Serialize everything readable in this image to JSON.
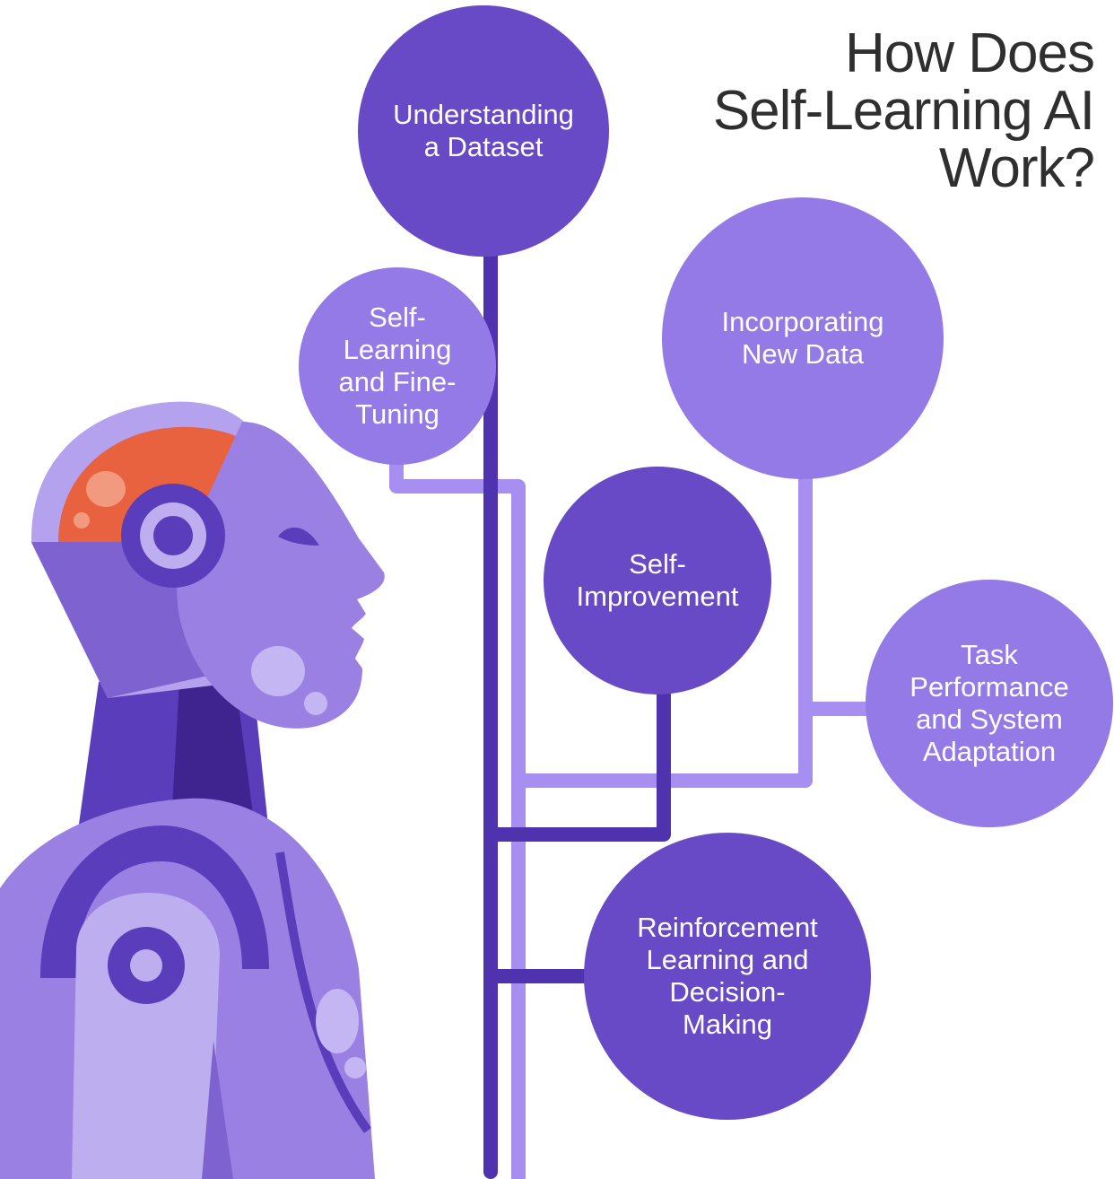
{
  "title": {
    "lines": [
      "How Does",
      "Self-Learning AI",
      "Work?"
    ]
  },
  "nodes": {
    "understanding": {
      "lines": [
        "Understanding",
        "a Dataset"
      ]
    },
    "self_learning": {
      "lines": [
        "Self-",
        "Learning",
        "and Fine-",
        "Tuning"
      ]
    },
    "incorporating": {
      "lines": [
        "Incorporating",
        "New Data"
      ]
    },
    "self_improvement": {
      "lines": [
        "Self-",
        "Improvement"
      ]
    },
    "task_performance": {
      "lines": [
        "Task",
        "Performance",
        "and System",
        "Adaptation"
      ]
    },
    "reinforcement": {
      "lines": [
        "Reinforcement",
        "Learning and",
        "Decision-",
        "Making"
      ]
    }
  },
  "colors": {
    "node_dark": "#684ac6",
    "node_light": "#947ae6",
    "trunk_dark": "#4f33ae",
    "trunk_light": "#a68ff0",
    "title_text": "#2f2f2f",
    "robot_face": "#9b80e4",
    "robot_dark": "#5a3dbb",
    "robot_accent": "#e8623f"
  }
}
